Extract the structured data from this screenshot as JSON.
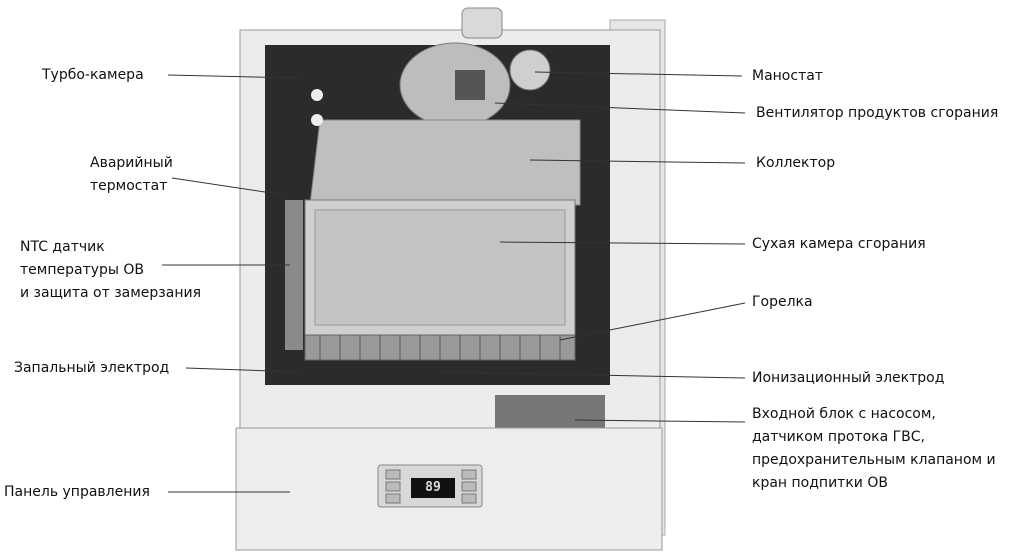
{
  "labels_left": {
    "turbo": "Турбо-камера",
    "emergency": [
      "Аварийный",
      "термостат"
    ],
    "ntc": [
      "NTC датчик",
      "температуры ОВ",
      "и защита от замерзания"
    ],
    "ignition": "Запальный электрод",
    "panel": "Панель управления"
  },
  "labels_right": {
    "manostat": "Маностат",
    "fan": "Вентилятор продуктов сгорания",
    "collector": "Коллектор",
    "chamber": "Сухая камера сгорания",
    "burner": "Горелка",
    "ionization": "Ионизационный электрод",
    "inlet": [
      "Входной блок с насосом,",
      "датчиком протока ГВС,",
      "предохранительным клапаном и",
      "кран подпитки ОВ"
    ]
  },
  "display": {
    "value": "89"
  }
}
